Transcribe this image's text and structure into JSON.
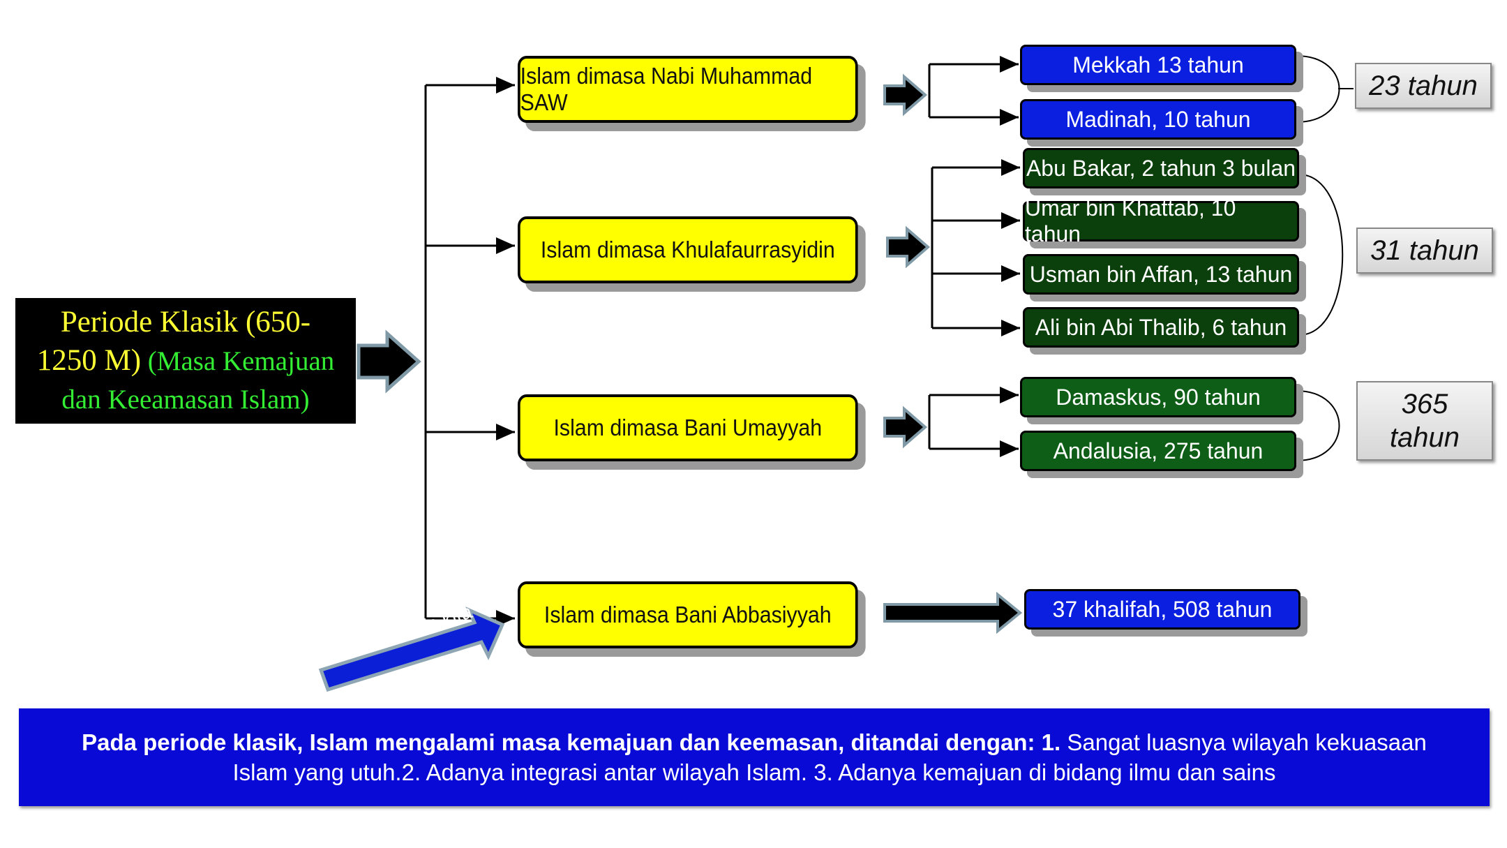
{
  "root": {
    "line1": "Periode Klasik (650-",
    "line2": "1250 M)",
    "line2_green": " (Masa Kemajuan",
    "line3": "dan Keeamasan Islam)"
  },
  "periods": [
    {
      "label": "Islam dimasa Nabi Muhammad SAW"
    },
    {
      "label": "Islam dimasa Khulafaurrasyidin"
    },
    {
      "label": "Islam dimasa Bani Umayyah"
    },
    {
      "label": "Islam dimasa Bani Abbasiyyah"
    }
  ],
  "details": {
    "nabi": [
      "Mekkah 13 tahun",
      "Madinah, 10 tahun"
    ],
    "khulafa": [
      "Abu Bakar, 2 tahun 3 bulan",
      "Umar bin Khattab, 10 tahun",
      "Usman bin Affan, 13 tahun",
      "Ali bin Abi Thalib, 6 tahun"
    ],
    "umayyah": [
      "Damaskus, 90 tahun",
      "Andalusia, 275 tahun"
    ],
    "abbasiyyah": [
      "37 khalifah, 508 tahun"
    ]
  },
  "totals": {
    "nabi": "23 tahun",
    "khulafa": "31 tahun",
    "umayyah_1": "365",
    "umayyah_2": "tahun"
  },
  "callout": "Pembahasan kita",
  "footer": {
    "bold": "Pada periode klasik, Islam mengalami masa kemajuan dan keemasan, ditandai dengan: 1.",
    "rest": " Sangat luasnya wilayah kekuasaan Islam yang utuh.2.  Adanya integrasi antar wilayah Islam. 3.  Adanya kemajuan di bidang ilmu dan sains"
  },
  "colors": {
    "period_fill": "#ffff00",
    "blue_box": "#0b1fe0",
    "green_box": "#0b3f0b",
    "footer_bg": "#0a0ad6"
  }
}
